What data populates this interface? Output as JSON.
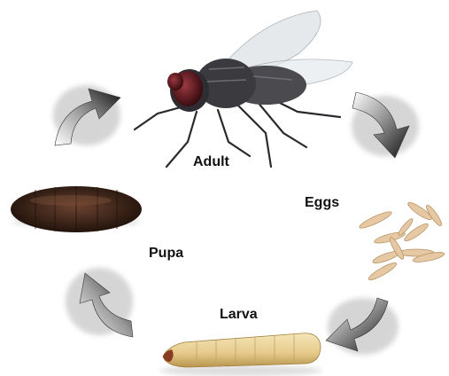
{
  "diagram": {
    "stages": [
      {
        "id": "adult",
        "label": "Adult"
      },
      {
        "id": "eggs",
        "label": "Eggs"
      },
      {
        "id": "larva",
        "label": "Larva"
      },
      {
        "id": "pupa",
        "label": "Pupa"
      }
    ],
    "colors": {
      "arrow_dark": "#111111",
      "arrow_light": "#ffffff",
      "fly_body": "#3b3b3f",
      "fly_eye": "#5a1a1f",
      "fly_wing": "#dfe4e8",
      "egg": "#e6c9a4",
      "larva": "#e9d39b",
      "pupa": "#3a2318"
    }
  }
}
